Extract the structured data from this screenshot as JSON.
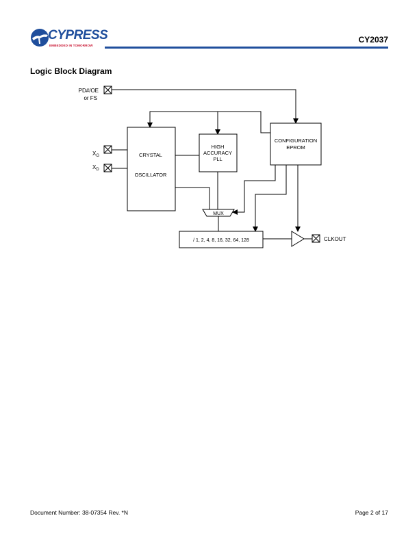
{
  "header": {
    "logo_name": "CYPRESS",
    "logo_tagline": "EMBEDDED IN TOMORROW",
    "part_number": "CY2037",
    "brand_color": "#1f4e9c",
    "tagline_color": "#c8102e"
  },
  "section": {
    "title": "Logic Block Diagram"
  },
  "diagram": {
    "pd_oe_line1": "PD#/OE",
    "pd_oe_line2": "or FS",
    "xg_main": "X",
    "xg_sub": "G",
    "xd_main": "X",
    "xd_sub": "D",
    "crystal_line1": "CRYSTAL",
    "crystal_line2": "OSCILLATOR",
    "pll_line1": "HIGH",
    "pll_line2": "ACCURACY",
    "pll_line3": "PLL",
    "config_line1": "CONFIGURATION",
    "config_line2": "EPROM",
    "mux": "MUX",
    "divider": "/ 1, 2, 4, 8, 16, 32, 64, 128",
    "clkout": "CLKOUT"
  },
  "footer": {
    "document_number": "Document Number: 38-07354 Rev. *N",
    "page": "Page 2 of 17"
  }
}
